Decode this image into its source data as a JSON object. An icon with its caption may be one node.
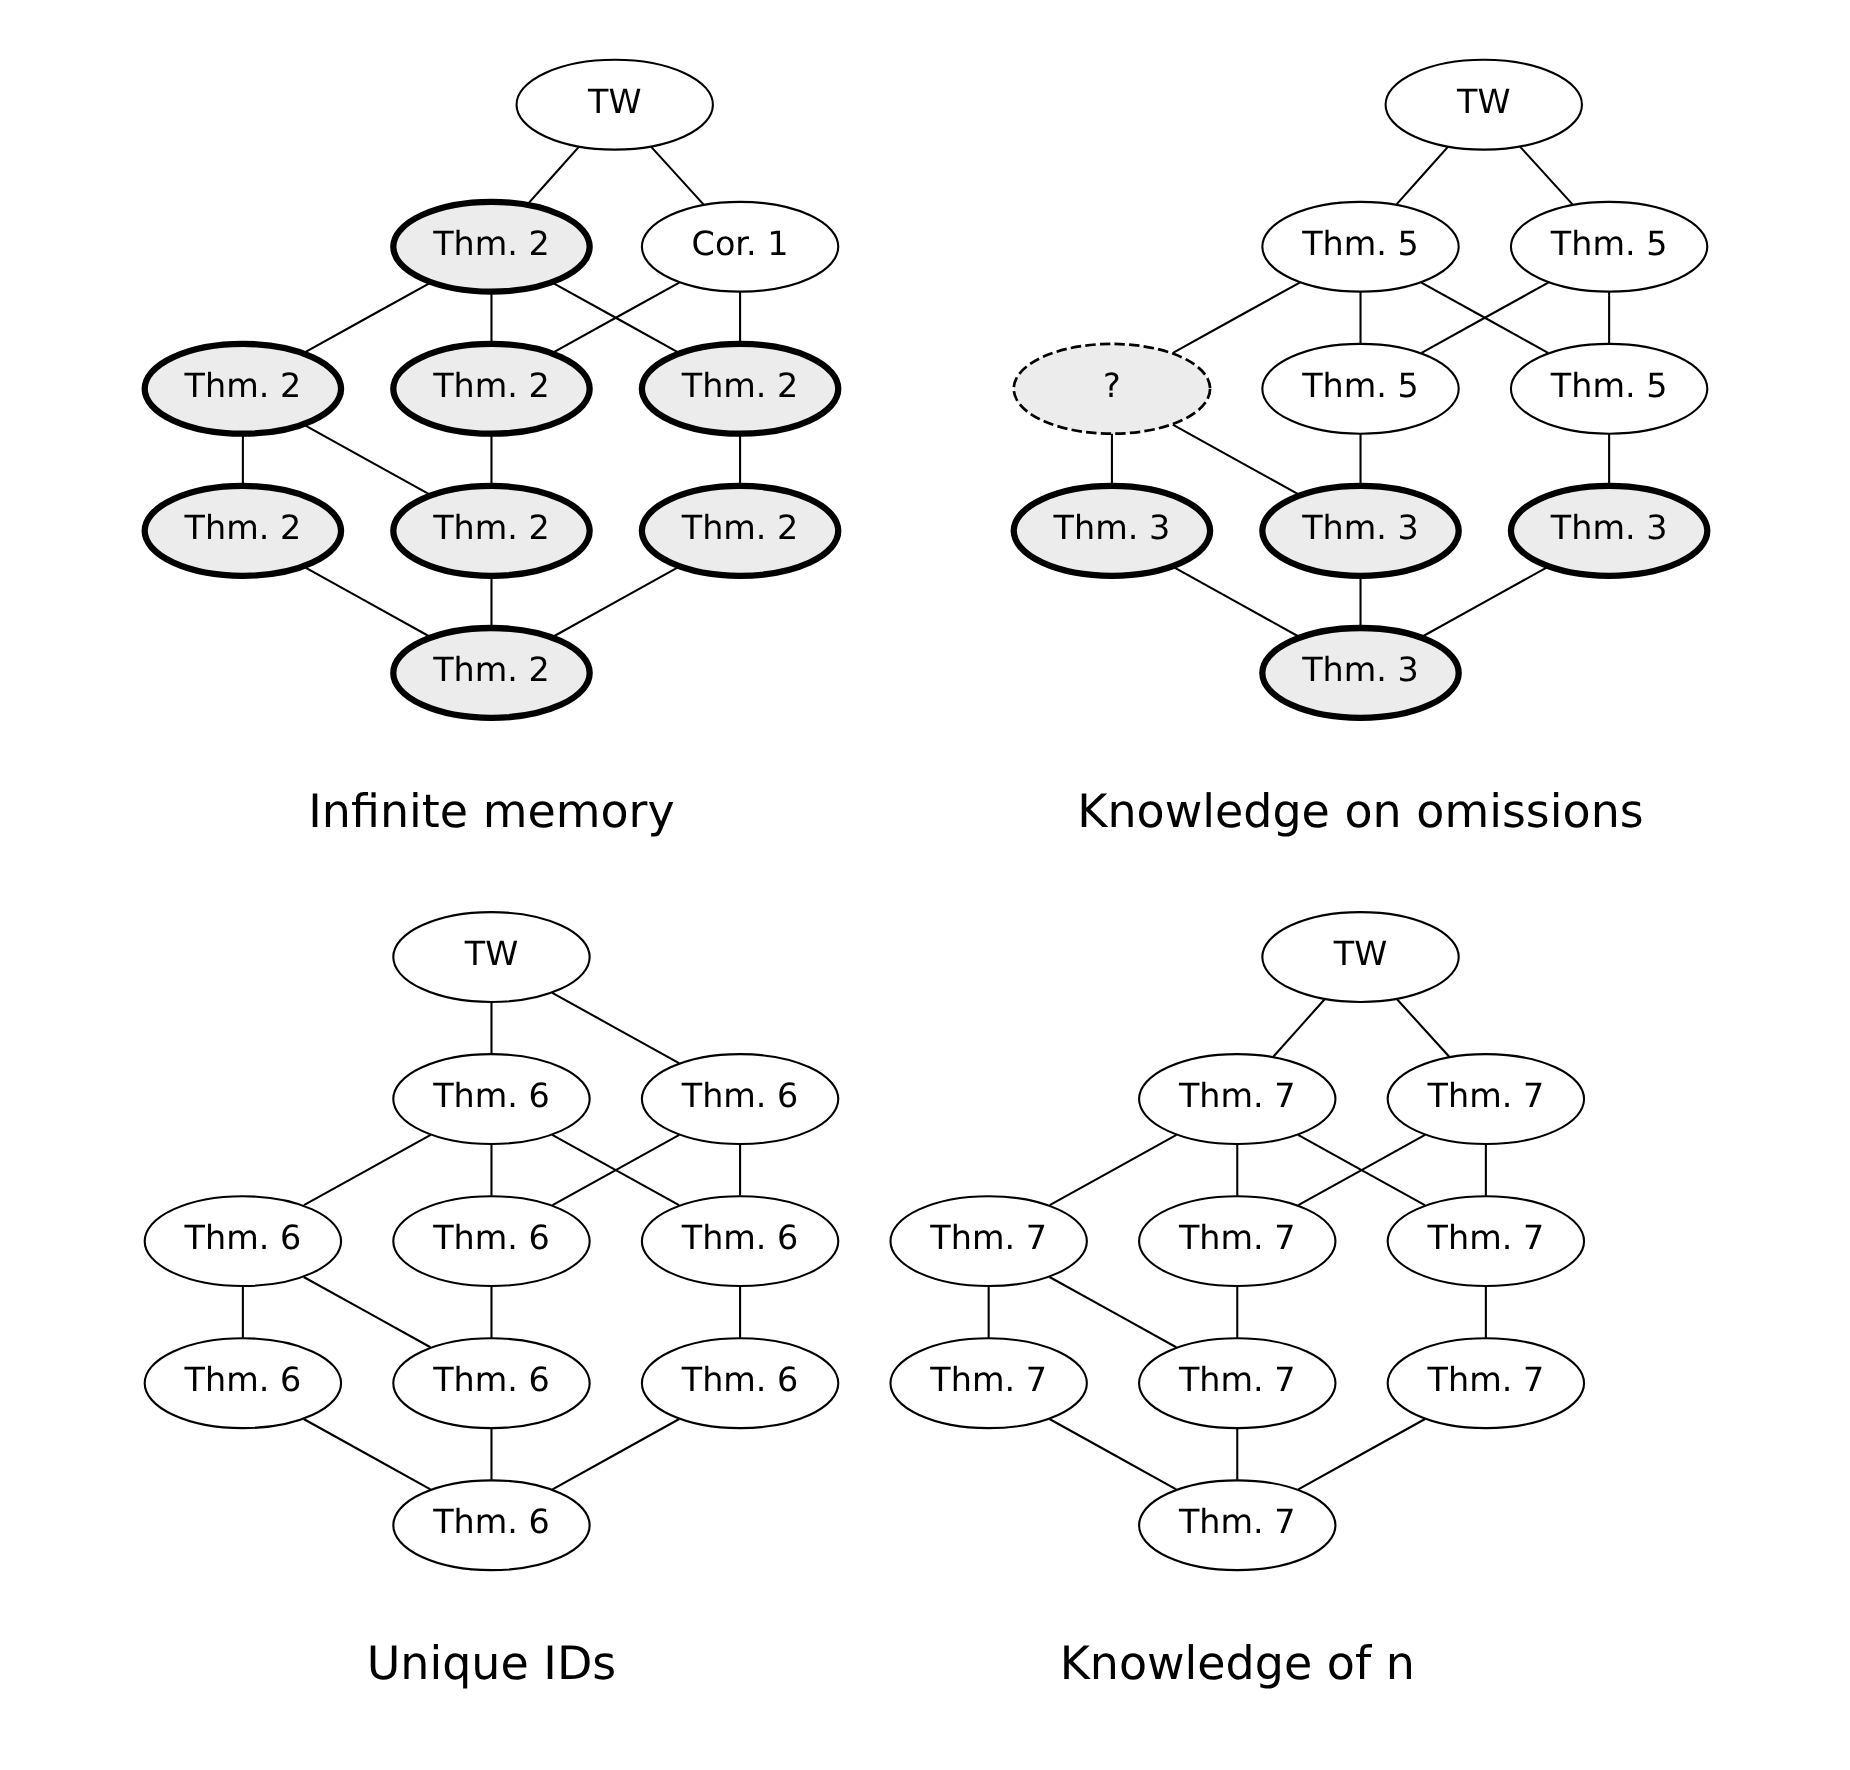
{
  "diagram": {
    "nodes": [
      {
        "text": [
          "TW"
        ]
      },
      {
        "text": [
          "Thm. 2"
        ]
      },
      {
        "text": [
          "Cor. 1"
        ]
      },
      {
        "text": [
          "Thm. 2"
        ]
      },
      {
        "text": [
          "Thm. 2"
        ]
      },
      {
        "text": [
          "Thm. 2"
        ]
      },
      {
        "text": [
          "Thm. 2"
        ]
      },
      {
        "text": [
          "Thm. 2"
        ]
      },
      {
        "text": [
          "Thm. 2"
        ]
      },
      {
        "text": [
          "Thm. 2"
        ]
      },
      {
        "text": [
          "TW"
        ]
      },
      {
        "text": [
          "Thm. 5"
        ]
      },
      {
        "text": [
          "Thm. 5"
        ]
      },
      {
        "text": [
          "?"
        ]
      },
      {
        "text": [
          "Thm. 5"
        ]
      },
      {
        "text": [
          "Thm. 5"
        ]
      },
      {
        "text": [
          "Thm. 3"
        ]
      },
      {
        "text": [
          "Thm. 3"
        ]
      },
      {
        "text": [
          "Thm. 3"
        ]
      },
      {
        "text": [
          "Thm. 3"
        ]
      },
      {
        "text": [
          "TW"
        ]
      },
      {
        "text": [
          "Thm. 6"
        ]
      },
      {
        "text": [
          "Thm. 6"
        ]
      },
      {
        "text": [
          "Thm. 6"
        ]
      },
      {
        "text": [
          "Thm. 6"
        ]
      },
      {
        "text": [
          "Thm. 6"
        ]
      },
      {
        "text": [
          "Thm. 6"
        ]
      },
      {
        "text": [
          "Thm. 6"
        ]
      },
      {
        "text": [
          "Thm. 6"
        ]
      },
      {
        "text": [
          "Thm. 6"
        ]
      },
      {
        "text": [
          "TW"
        ]
      },
      {
        "text": [
          "Thm. 7"
        ]
      },
      {
        "text": [
          "Thm. 7"
        ]
      },
      {
        "text": [
          "Thm. 7"
        ]
      },
      {
        "text": [
          "Thm. 7"
        ]
      },
      {
        "text": [
          "Thm. 7"
        ]
      },
      {
        "text": [
          "Thm. 7"
        ]
      },
      {
        "text": [
          "Thm. 7"
        ]
      },
      {
        "text": [
          "Thm. 7"
        ]
      },
      {
        "text": [
          "Thm. 7"
        ]
      }
    ],
    "edges": [
      {
        "from": 0,
        "to": 1,
        "arrow": "none"
      },
      {
        "from": 0,
        "to": 2,
        "arrow": "none"
      },
      {
        "from": 1,
        "to": 3,
        "arrow": "none"
      },
      {
        "from": 1,
        "to": 4,
        "arrow": "none"
      },
      {
        "from": 1,
        "to": 5,
        "arrow": "none"
      },
      {
        "from": 2,
        "to": 4,
        "arrow": "none"
      },
      {
        "from": 2,
        "to": 5,
        "arrow": "none"
      },
      {
        "from": 3,
        "to": 6,
        "arrow": "none"
      },
      {
        "from": 3,
        "to": 7,
        "arrow": "none"
      },
      {
        "from": 4,
        "to": 7,
        "arrow": "none"
      },
      {
        "from": 5,
        "to": 8,
        "arrow": "none"
      },
      {
        "from": 6,
        "to": 9,
        "arrow": "none"
      },
      {
        "from": 7,
        "to": 9,
        "arrow": "none"
      },
      {
        "from": 8,
        "to": 9,
        "arrow": "none"
      },
      {
        "from": 10,
        "to": 11,
        "arrow": "none"
      },
      {
        "from": 10,
        "to": 12,
        "arrow": "none"
      },
      {
        "from": 11,
        "to": 13,
        "arrow": "none"
      },
      {
        "from": 11,
        "to": 14,
        "arrow": "none"
      },
      {
        "from": 11,
        "to": 15,
        "arrow": "none"
      },
      {
        "from": 12,
        "to": 14,
        "arrow": "none"
      },
      {
        "from": 12,
        "to": 15,
        "arrow": "none"
      },
      {
        "from": 13,
        "to": 16,
        "arrow": "none"
      },
      {
        "from": 13,
        "to": 17,
        "arrow": "none"
      },
      {
        "from": 14,
        "to": 17,
        "arrow": "none"
      },
      {
        "from": 15,
        "to": 18,
        "arrow": "none"
      },
      {
        "from": 16,
        "to": 19,
        "arrow": "none"
      },
      {
        "from": 17,
        "to": 19,
        "arrow": "none"
      },
      {
        "from": 18,
        "to": 19,
        "arrow": "none"
      },
      {
        "from": 20,
        "to": 21,
        "arrow": "none"
      },
      {
        "from": 20,
        "to": 22,
        "arrow": "none"
      },
      {
        "from": 21,
        "to": 23,
        "arrow": "none"
      },
      {
        "from": 21,
        "to": 24,
        "arrow": "none"
      },
      {
        "from": 21,
        "to": 25,
        "arrow": "none"
      },
      {
        "from": 22,
        "to": 24,
        "arrow": "none"
      },
      {
        "from": 22,
        "to": 25,
        "arrow": "none"
      },
      {
        "from": 23,
        "to": 26,
        "arrow": "none"
      },
      {
        "from": 23,
        "to": 27,
        "arrow": "none"
      },
      {
        "from": 24,
        "to": 27,
        "arrow": "none"
      },
      {
        "from": 25,
        "to": 28,
        "arrow": "none"
      },
      {
        "from": 26,
        "to": 29,
        "arrow": "none"
      },
      {
        "from": 27,
        "to": 29,
        "arrow": "none"
      },
      {
        "from": 28,
        "to": 29,
        "arrow": "none"
      },
      {
        "from": 30,
        "to": 31,
        "arrow": "none"
      },
      {
        "from": 30,
        "to": 32,
        "arrow": "none"
      },
      {
        "from": 31,
        "to": 33,
        "arrow": "none"
      },
      {
        "from": 31,
        "to": 34,
        "arrow": "none"
      },
      {
        "from": 31,
        "to": 35,
        "arrow": "none"
      },
      {
        "from": 32,
        "to": 34,
        "arrow": "none"
      },
      {
        "from": 32,
        "to": 35,
        "arrow": "none"
      },
      {
        "from": 33,
        "to": 36,
        "arrow": "none"
      },
      {
        "from": 33,
        "to": 37,
        "arrow": "none"
      },
      {
        "from": 34,
        "to": 37,
        "arrow": "none"
      },
      {
        "from": 35,
        "to": 38,
        "arrow": "none"
      },
      {
        "from": 36,
        "to": 39,
        "arrow": "none"
      },
      {
        "from": 37,
        "to": 39,
        "arrow": "none"
      },
      {
        "from": 38,
        "to": 39,
        "arrow": "none"
      }
    ],
    "labels": [
      "Infinite memory",
      "Knowledge on omissions",
      "Unique IDs",
      "Knowledge of n"
    ]
  }
}
